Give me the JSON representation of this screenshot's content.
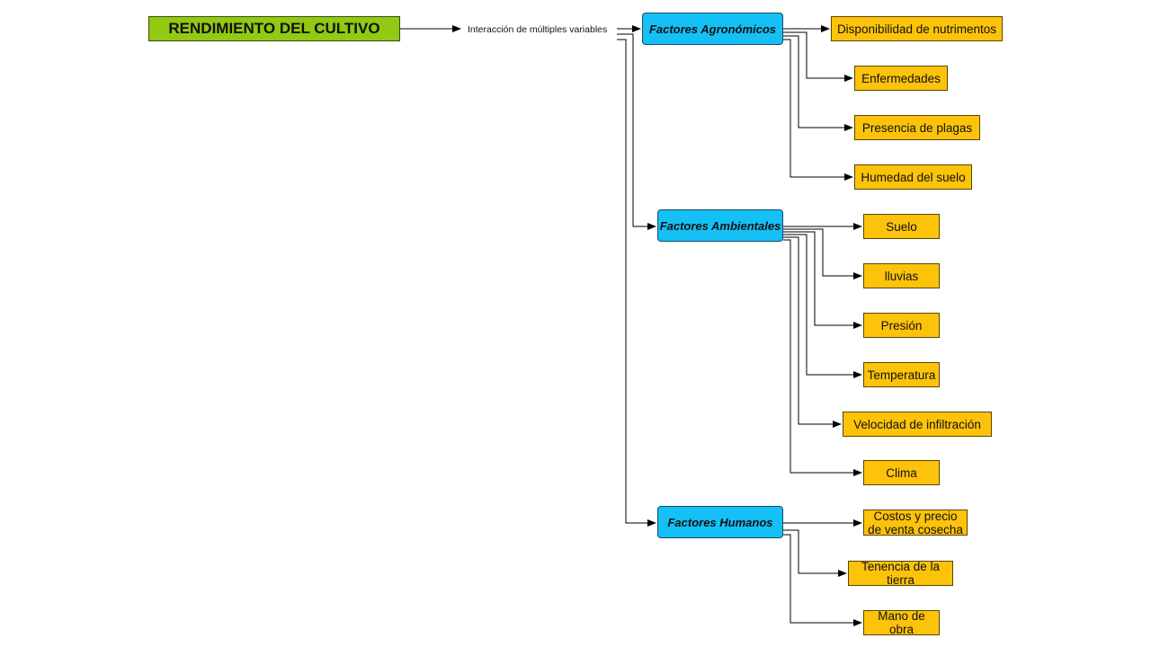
{
  "root": {
    "label": "RENDIMIENTO DEL CULTIVO"
  },
  "connector_label": "Interacción de múltiples variables",
  "colors": {
    "root_fill": "#92c912",
    "category_fill": "#14c0f5",
    "leaf_fill": "#fdc30a",
    "line": "#000000"
  },
  "categories": [
    {
      "label": "Factores Agronómicos",
      "items": [
        "Disponibilidad de nutrimentos",
        "Enfermedades",
        "Presencia de plagas",
        "Humedad del suelo"
      ]
    },
    {
      "label": "Factores Ambientales",
      "items": [
        "Suelo",
        "lluvias",
        "Presión",
        "Temperatura",
        "Velocidad de infiltración",
        "Clima"
      ]
    },
    {
      "label": "Factores Humanos",
      "items": [
        "Costos y precio de venta cosecha",
        "Tenencia de la tierra",
        "Mano de obra"
      ]
    }
  ]
}
